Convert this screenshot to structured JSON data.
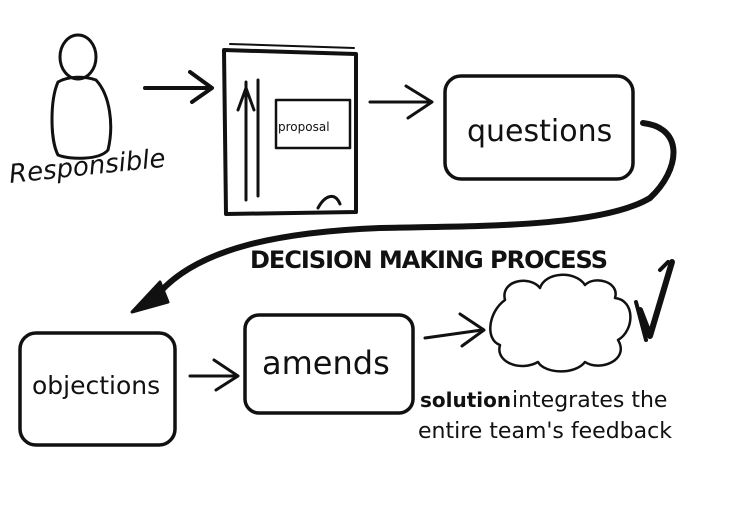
{
  "diagram": {
    "actor_label": "Responsible",
    "proposal_label": "proposal",
    "box_questions": "questions",
    "process_label": "DECISION MAKING PROCESS",
    "box_objections": "objections",
    "box_amends": "amends",
    "solution_label": "solution",
    "solution_caption_1": "integrates the",
    "solution_caption_2": "entire team's feedback",
    "colors": {
      "ink": "#111111",
      "background": "#ffffff"
    }
  }
}
